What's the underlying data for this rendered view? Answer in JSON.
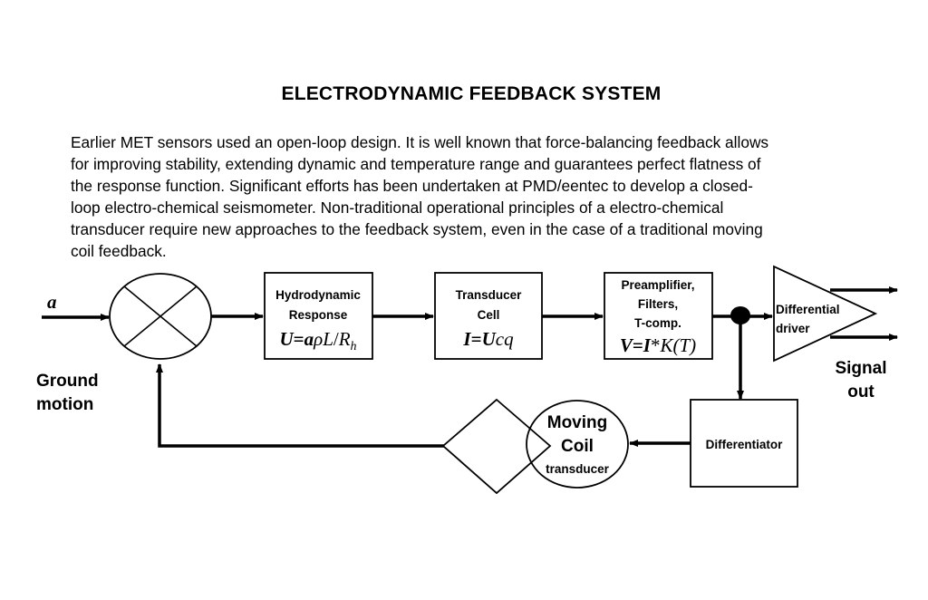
{
  "title": "ELECTRODYNAMIC FEEDBACK SYSTEM",
  "paragraph_lines": [
    "Earlier MET sensors used an open-loop design. It is well known that force-balancing feedback allows",
    "for improving stability, extending dynamic and temperature range and guarantees perfect flatness of",
    "the response function. Significant efforts has been undertaken at PMD/eentec to develop a closed-",
    "loop electro-chemical seismometer. Non-traditional operational principles of a electro-chemical",
    "transducer require new approaches to the feedback system, even in the case of a traditional moving",
    "coil feedback."
  ],
  "input": {
    "symbol": "a",
    "label_line1": "Ground",
    "label_line2": "motion"
  },
  "blocks": {
    "hydrodynamic": {
      "line1": "Hydrodynamic",
      "line2": "Response",
      "formula": {
        "U": "U",
        "eq": "=",
        "a": "a",
        "rho": "ρ",
        "L": "L",
        "slash": "/",
        "R": "R",
        "h": "h"
      }
    },
    "transducer": {
      "line1": "Transducer",
      "line2": "Cell",
      "formula": {
        "I": "I",
        "eq": "=",
        "U": "U",
        "cq": "cq"
      }
    },
    "preamp": {
      "line1": "Preamplifier,",
      "line2": "Filters,",
      "line3": "T-comp.",
      "formula": {
        "V": "V",
        "eq": "=",
        "I": "I",
        "star": "*",
        "K": "K",
        "paren": "(T)"
      }
    },
    "driver": {
      "line1": "Differential",
      "line2": "driver"
    },
    "differentiator": {
      "label": "Differentiator"
    },
    "coil": {
      "line1": "Moving",
      "line2": "Coil",
      "line3": "transducer"
    }
  },
  "output": {
    "label_line1": "Signal",
    "label_line2": "out"
  }
}
